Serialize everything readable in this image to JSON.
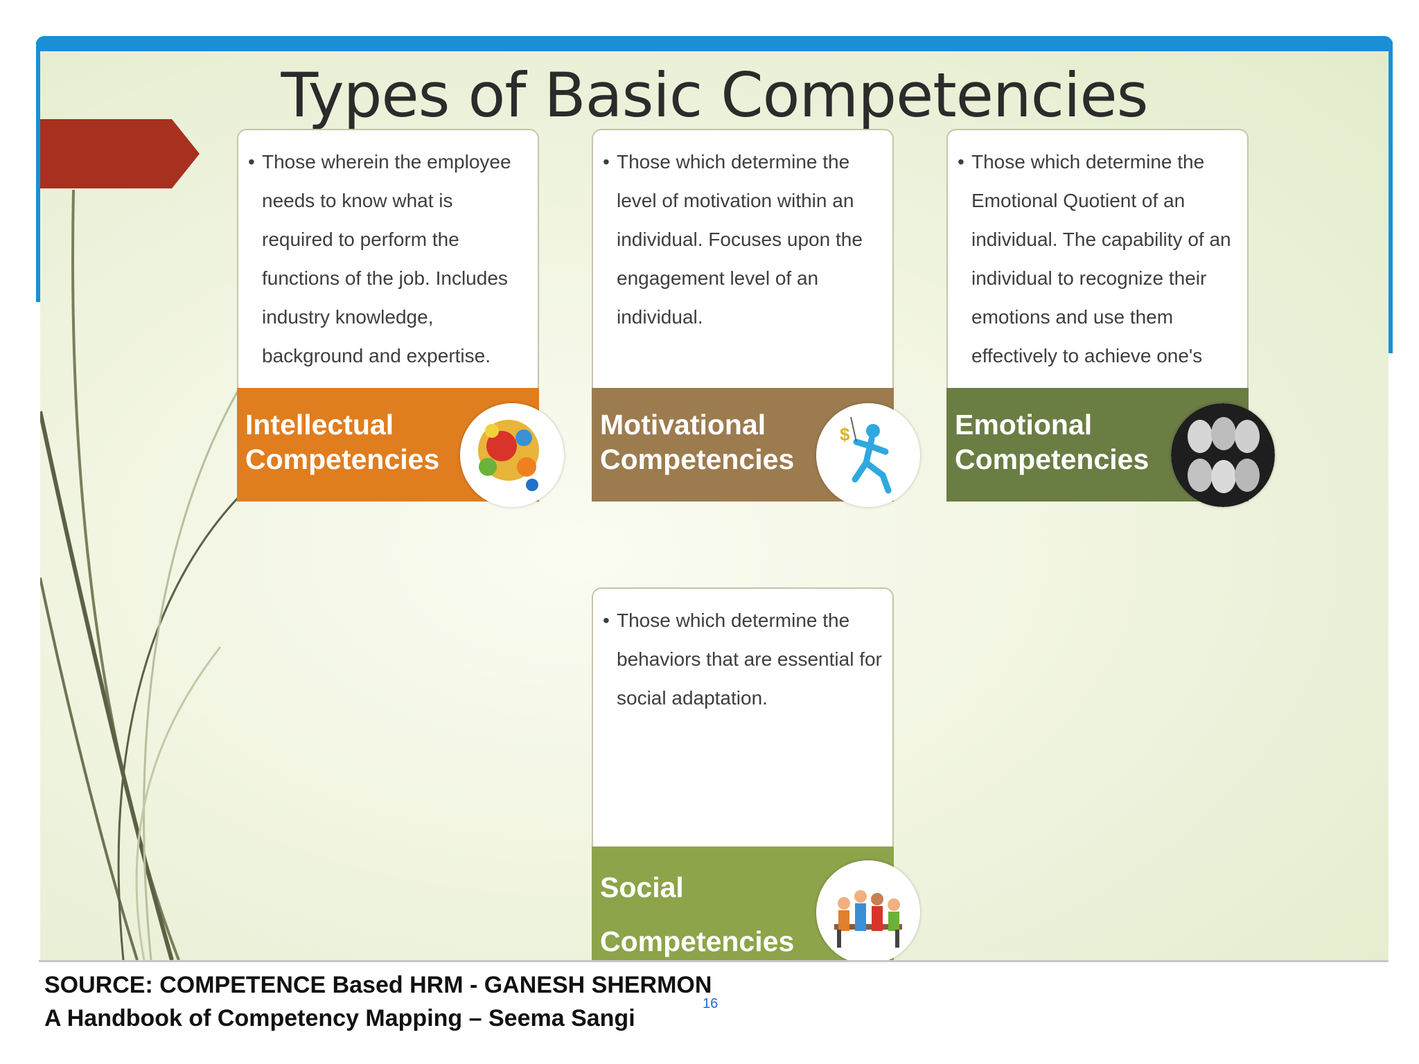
{
  "slide": {
    "title": "Types of Basic Competencies",
    "cards": [
      {
        "heading_line1": "Intellectual",
        "heading_line2": "Competencies",
        "text": "Those wherein the employee needs to know what is required to perform the functions of the job. Includes industry knowledge, background and expertise.",
        "icon": "gears-brain-icon",
        "color": "#e07d1f"
      },
      {
        "heading_line1": "Motivational",
        "heading_line2": "Competencies",
        "text": "Those which determine the level of motivation within an individual. Focuses upon the engagement level of an individual.",
        "icon": "running-figure-icon",
        "color": "#9c7b4f"
      },
      {
        "heading_line1": "Emotional",
        "heading_line2": "Competencies",
        "text": "Those which determine the Emotional Quotient of an individual. The capability of an individual to recognize their emotions and use them effectively to achieve one's",
        "icon": "masks-faces-icon",
        "color": "#6a7d43"
      },
      {
        "heading_line1": "Social",
        "heading_line2": "Competencies",
        "text": "Those which determine the behaviors that are essential for social adaptation.",
        "icon": "people-group-icon",
        "color": "#8da44a"
      }
    ]
  },
  "footer": {
    "source_line1": "SOURCE: COMPETENCE Based HRM - GANESH SHERMON",
    "source_line2": "A Handbook of Competency Mapping – Seema Sangi",
    "page_number": "16"
  },
  "colors": {
    "frame": "#1a8fd6",
    "arrow": "#a8301f"
  }
}
